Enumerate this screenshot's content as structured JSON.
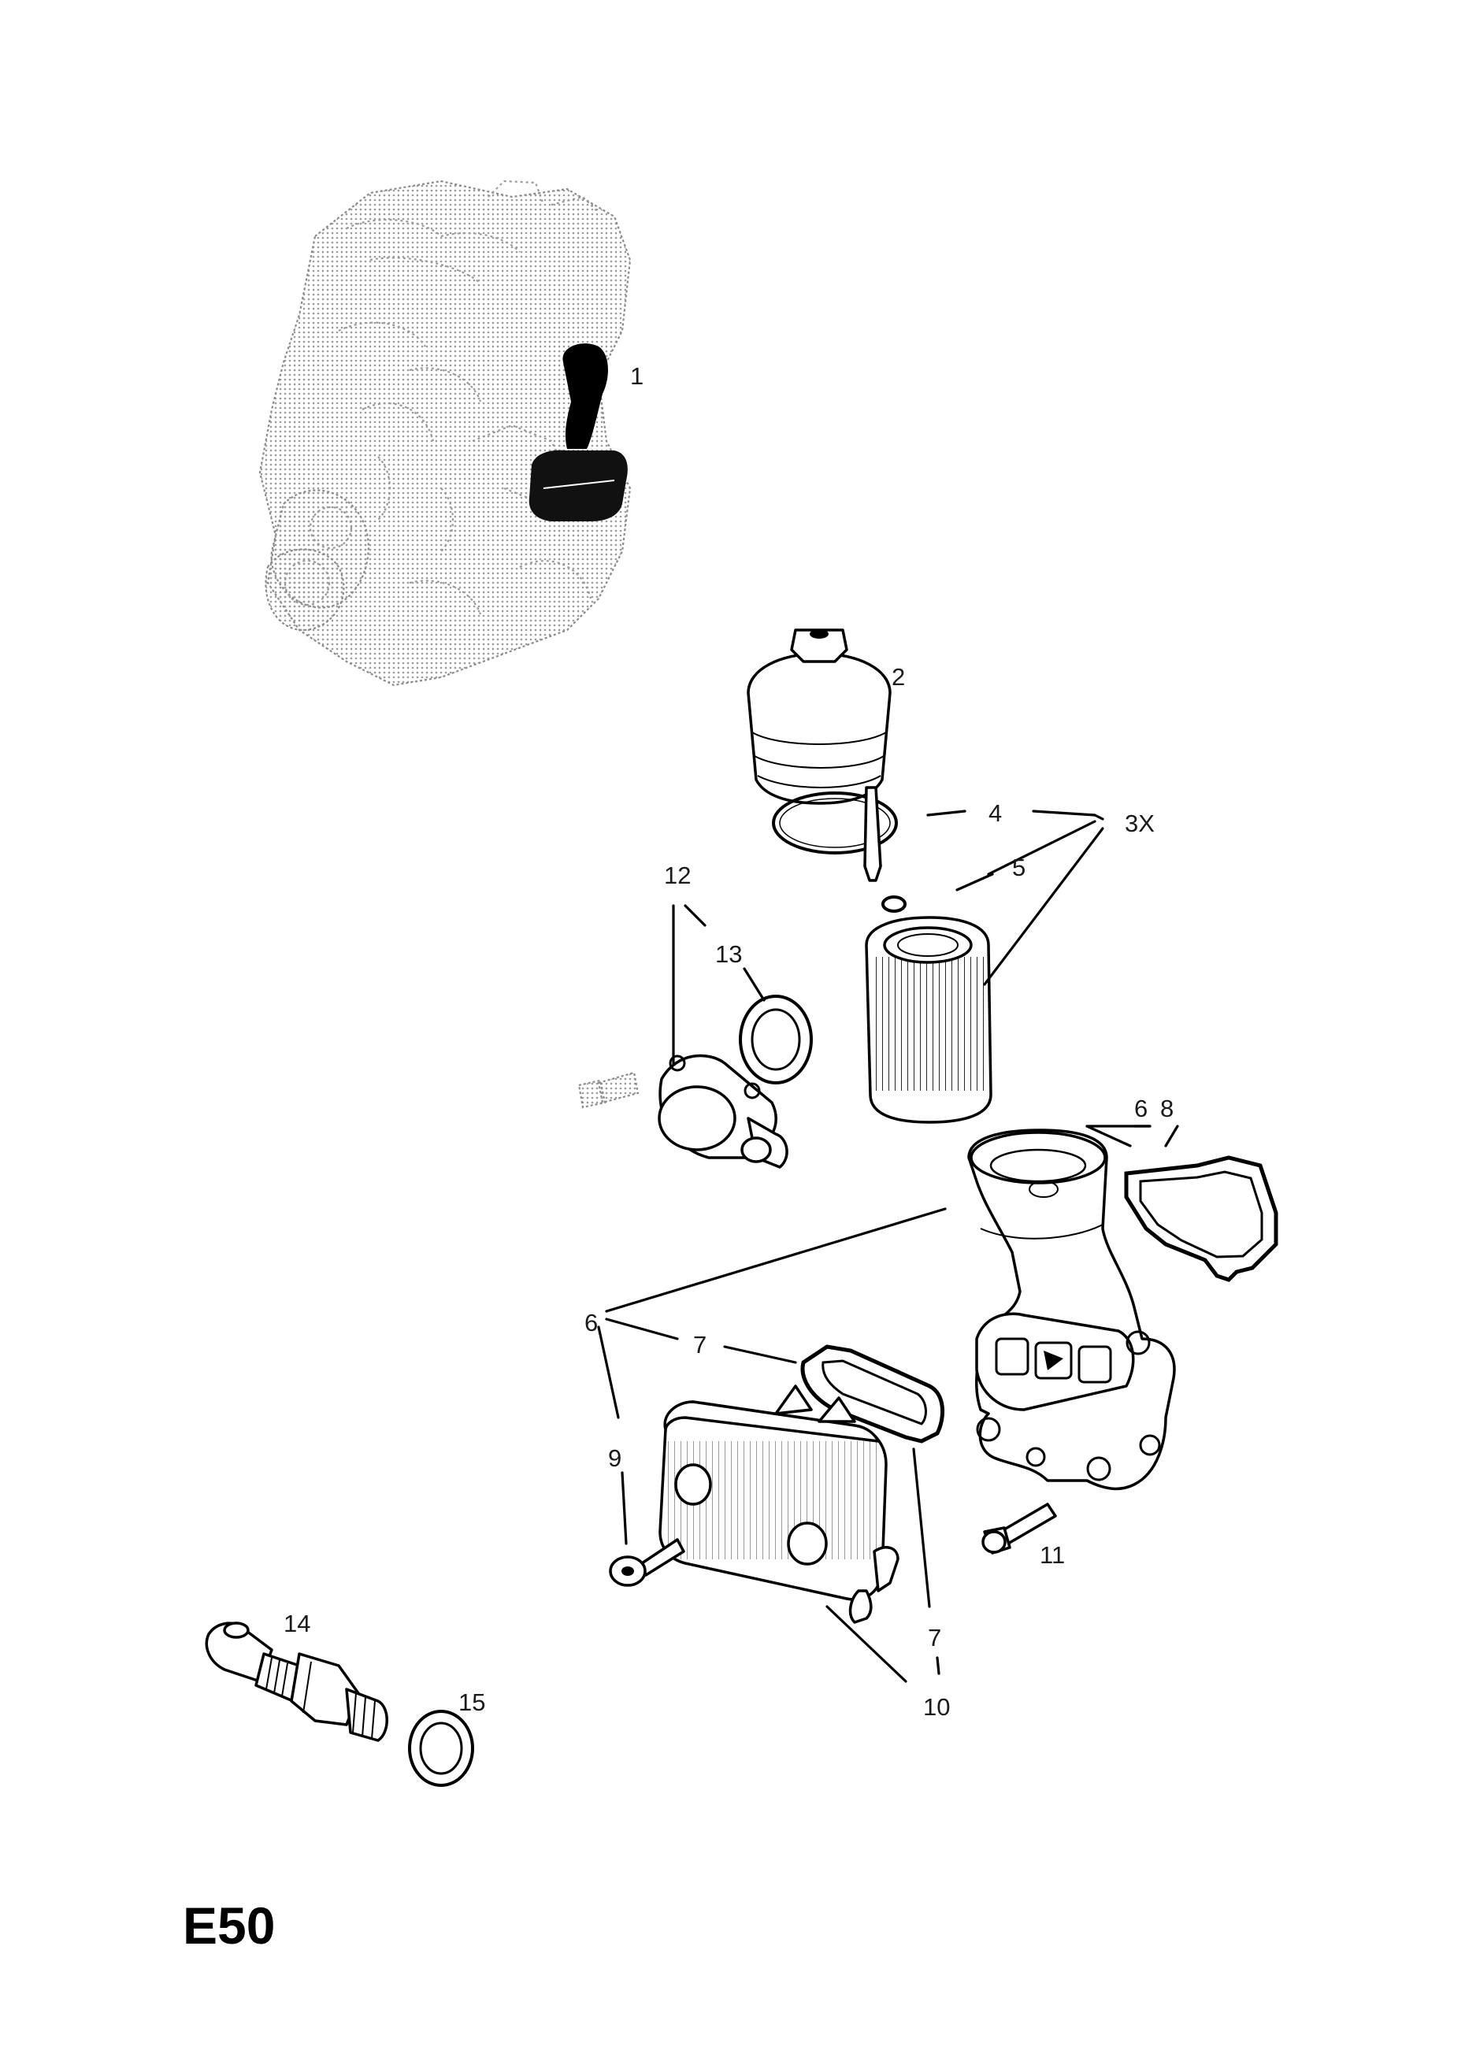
{
  "diagram": {
    "code": "E50",
    "callouts": [
      "1",
      "2",
      "4",
      "3X",
      "5",
      "12",
      "13",
      "6",
      "8",
      "6",
      "7",
      "9",
      "11",
      "7",
      "10",
      "14",
      "15"
    ]
  }
}
